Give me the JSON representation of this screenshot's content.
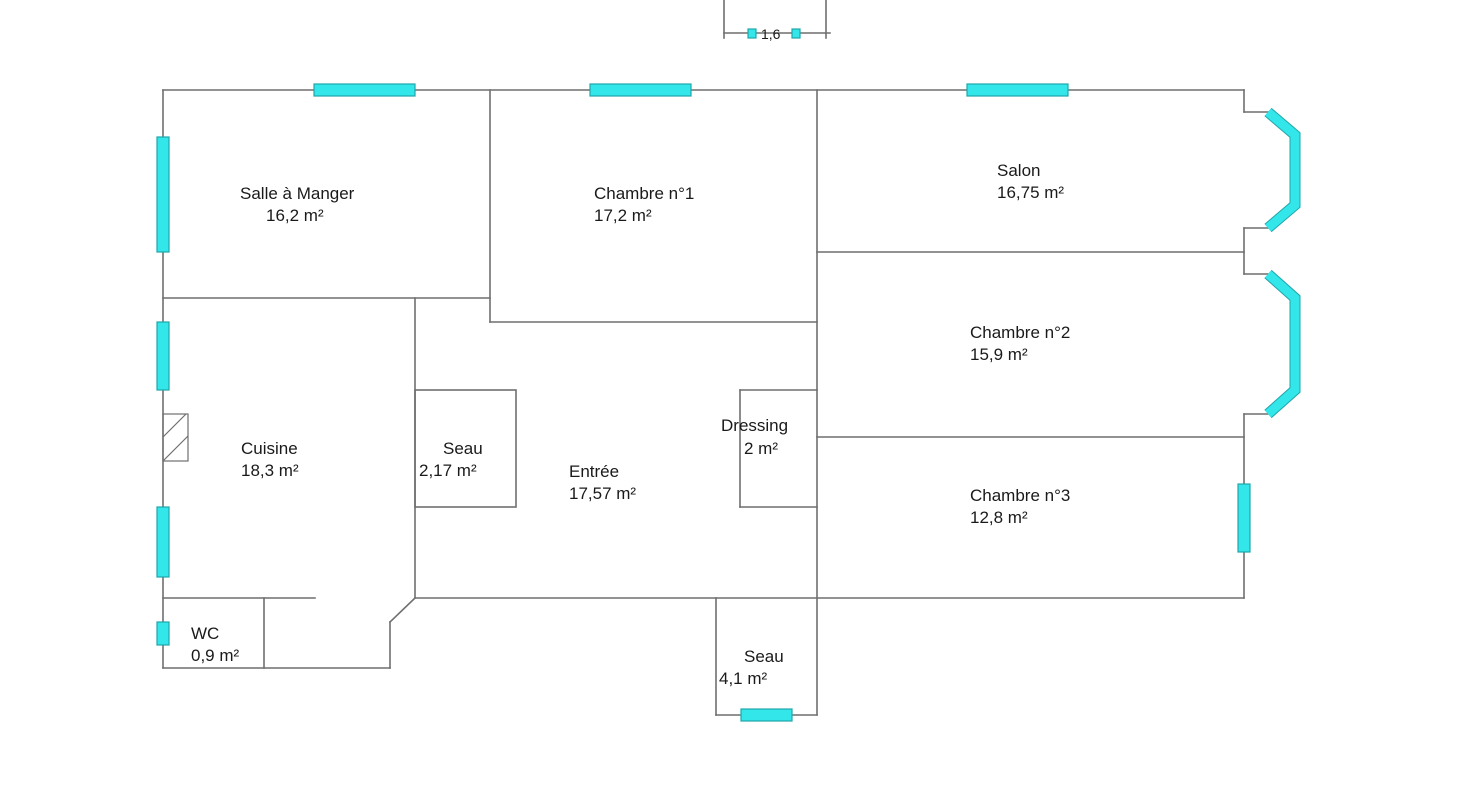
{
  "colors": {
    "wall": "#6f6f6f",
    "window": "#33e6ea",
    "background": "#ffffff"
  },
  "dimension": {
    "value": "1,6"
  },
  "rooms": [
    {
      "id": "salle-a-manger",
      "name": "Salle à Manger",
      "area": "16,2  m²"
    },
    {
      "id": "chambre-1",
      "name": "Chambre n°1",
      "area": "17,2  m²"
    },
    {
      "id": "salon",
      "name": "Salon",
      "area": "16,75  m²"
    },
    {
      "id": "chambre-2",
      "name": "Chambre n°2",
      "area": "15,9  m²"
    },
    {
      "id": "cuisine",
      "name": "Cuisine",
      "area": "18,3  m²"
    },
    {
      "id": "seau-1",
      "name": "Seau",
      "area": "2,17  m²"
    },
    {
      "id": "entree",
      "name": "Entrée",
      "area": "17,57  m²"
    },
    {
      "id": "dressing",
      "name": "Dressing",
      "area": "2  m²"
    },
    {
      "id": "chambre-3",
      "name": "Chambre n°3",
      "area": "12,8  m²"
    },
    {
      "id": "wc",
      "name": "WC",
      "area": "0,9  m²"
    },
    {
      "id": "seau-2",
      "name": "Seau",
      "area": "4,1  m²"
    }
  ]
}
